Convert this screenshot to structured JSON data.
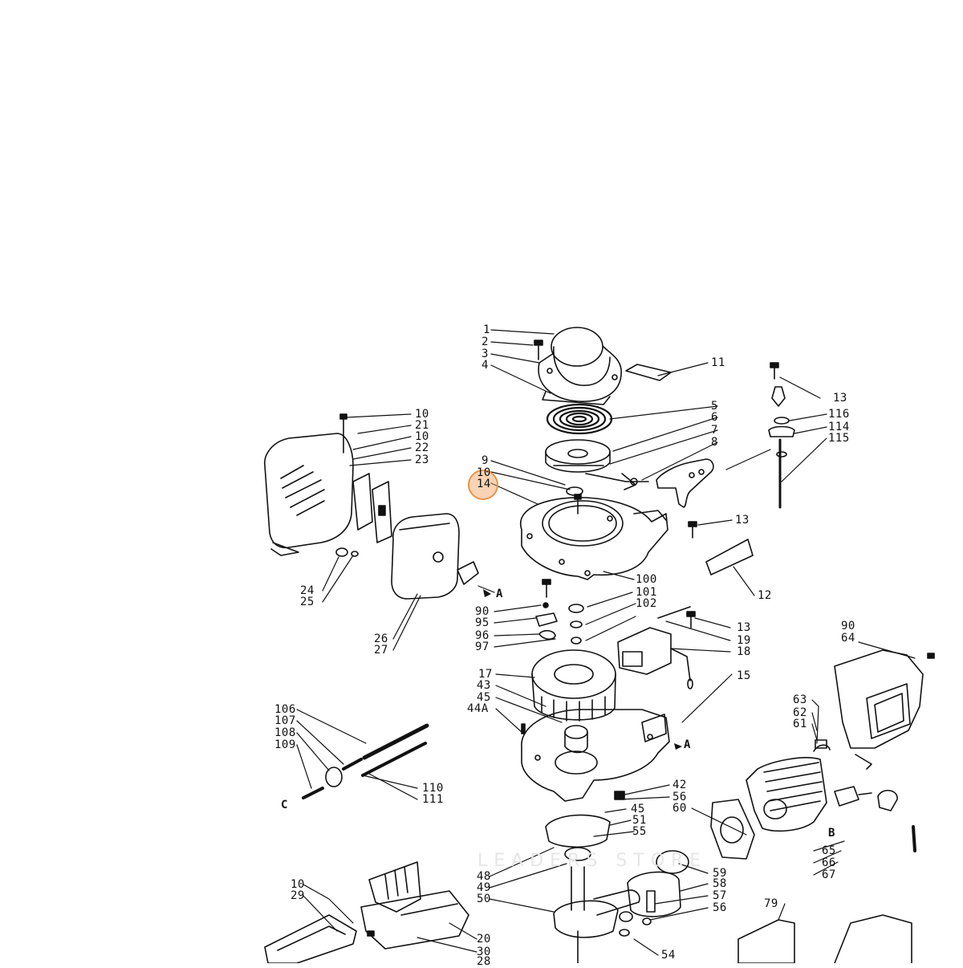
{
  "diagram": {
    "highlight": {
      "color": "#e8944a"
    },
    "watermark": "LEADERS STORE",
    "callouts": [
      {
        "id": "c1",
        "text": "1"
      },
      {
        "id": "c2",
        "text": "2"
      },
      {
        "id": "c3",
        "text": "3"
      },
      {
        "id": "c4",
        "text": "4"
      },
      {
        "id": "c11",
        "text": "11"
      },
      {
        "id": "c13a",
        "text": "13"
      },
      {
        "id": "c116",
        "text": "116"
      },
      {
        "id": "c114",
        "text": "114"
      },
      {
        "id": "c115",
        "text": "115"
      },
      {
        "id": "c5",
        "text": "5"
      },
      {
        "id": "c6",
        "text": "6"
      },
      {
        "id": "c7",
        "text": "7"
      },
      {
        "id": "c8",
        "text": "8"
      },
      {
        "id": "c10a",
        "text": "10"
      },
      {
        "id": "c21",
        "text": "21"
      },
      {
        "id": "c10b",
        "text": "10"
      },
      {
        "id": "c22",
        "text": "22"
      },
      {
        "id": "c23",
        "text": "23"
      },
      {
        "id": "c9",
        "text": "9"
      },
      {
        "id": "c10c",
        "text": "10"
      },
      {
        "id": "c14",
        "text": "14"
      },
      {
        "id": "c13b",
        "text": "13"
      },
      {
        "id": "c12",
        "text": "12"
      },
      {
        "id": "c24",
        "text": "24"
      },
      {
        "id": "c25",
        "text": "25"
      },
      {
        "id": "cA1",
        "text": "A"
      },
      {
        "id": "c100",
        "text": "100"
      },
      {
        "id": "c101",
        "text": "101"
      },
      {
        "id": "c102",
        "text": "102"
      },
      {
        "id": "c90a",
        "text": "90"
      },
      {
        "id": "c95",
        "text": "95"
      },
      {
        "id": "c96",
        "text": "96"
      },
      {
        "id": "c97",
        "text": "97"
      },
      {
        "id": "c13c",
        "text": "13"
      },
      {
        "id": "c19",
        "text": "19"
      },
      {
        "id": "c18",
        "text": "18"
      },
      {
        "id": "c26",
        "text": "26"
      },
      {
        "id": "c27",
        "text": "27"
      },
      {
        "id": "c90b",
        "text": "90"
      },
      {
        "id": "c64",
        "text": "64"
      },
      {
        "id": "c17",
        "text": "17"
      },
      {
        "id": "c43",
        "text": "43"
      },
      {
        "id": "c45a",
        "text": "45"
      },
      {
        "id": "c44A",
        "text": "44A"
      },
      {
        "id": "c15",
        "text": "15"
      },
      {
        "id": "c63",
        "text": "63"
      },
      {
        "id": "c62",
        "text": "62"
      },
      {
        "id": "c61",
        "text": "61"
      },
      {
        "id": "c106",
        "text": "106"
      },
      {
        "id": "c107",
        "text": "107"
      },
      {
        "id": "c108",
        "text": "108"
      },
      {
        "id": "c109",
        "text": "109"
      },
      {
        "id": "cA2",
        "text": "A"
      },
      {
        "id": "c110",
        "text": "110"
      },
      {
        "id": "c111",
        "text": "111"
      },
      {
        "id": "cC",
        "text": "C"
      },
      {
        "id": "c42",
        "text": "42"
      },
      {
        "id": "c56a",
        "text": "56"
      },
      {
        "id": "c60",
        "text": "60"
      },
      {
        "id": "c45b",
        "text": "45"
      },
      {
        "id": "c51",
        "text": "51"
      },
      {
        "id": "c55",
        "text": "55"
      },
      {
        "id": "cB",
        "text": "B"
      },
      {
        "id": "c65",
        "text": "65"
      },
      {
        "id": "c66",
        "text": "66"
      },
      {
        "id": "c67",
        "text": "67"
      },
      {
        "id": "c48",
        "text": "48"
      },
      {
        "id": "c49",
        "text": "49"
      },
      {
        "id": "c50",
        "text": "50"
      },
      {
        "id": "c59",
        "text": "59"
      },
      {
        "id": "c58",
        "text": "58"
      },
      {
        "id": "c57",
        "text": "57"
      },
      {
        "id": "c56b",
        "text": "56"
      },
      {
        "id": "c10d",
        "text": "10"
      },
      {
        "id": "c29",
        "text": "29"
      },
      {
        "id": "c79",
        "text": "79"
      },
      {
        "id": "c20",
        "text": "20"
      },
      {
        "id": "c30",
        "text": "30"
      },
      {
        "id": "c28",
        "text": "28"
      },
      {
        "id": "c54",
        "text": "54"
      }
    ]
  }
}
